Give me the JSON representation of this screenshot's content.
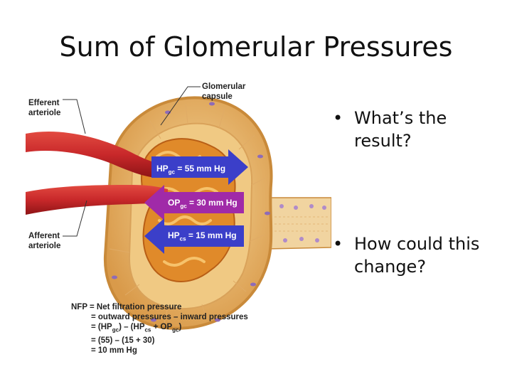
{
  "slide": {
    "title": "Sum of Glomerular Pressures",
    "bullets": [
      "What’s the result?",
      "How could this change?"
    ]
  },
  "figure": {
    "labels": {
      "glomerular_capsule": [
        "Glomerular",
        "capsule"
      ],
      "efferent_arteriole": [
        "Efferent",
        "arteriole"
      ],
      "afferent_arteriole": [
        "Afferent",
        "arteriole"
      ]
    },
    "arrows": [
      {
        "name": "hpgc",
        "main": "HP",
        "sub": "gc",
        "rest": " = 55 mm Hg",
        "color": "#3b3fc9",
        "direction": "right"
      },
      {
        "name": "opgc",
        "main": "OP",
        "sub": "gc",
        "rest": " = 30 mm Hg",
        "color": "#a02aa8",
        "direction": "left"
      },
      {
        "name": "hpcs",
        "main": "HP",
        "sub": "cs",
        "rest": " = 15 mm Hg",
        "color": "#3b3fc9",
        "direction": "left"
      }
    ],
    "nfp": {
      "line1": "NFP = Net filtration pressure",
      "line2": "= outward pressures – inward pressures",
      "line3_a": "= (HP",
      "line3_sub1": "gc",
      "line3_b": ") – (HP",
      "line3_sub2": "cs",
      "line3_c": " + OP",
      "line3_sub3": "gc",
      "line3_d": ")",
      "line4": "= (55) – (15 + 30)",
      "line5": "= 10 mm Hg"
    }
  },
  "colors": {
    "capsule_fill": "#e9b56a",
    "capsule_edge": "#c98a3a",
    "vessel_red": "#c8282a",
    "arrow_blue": "#3b3fc9",
    "arrow_purple": "#a02aa8"
  }
}
